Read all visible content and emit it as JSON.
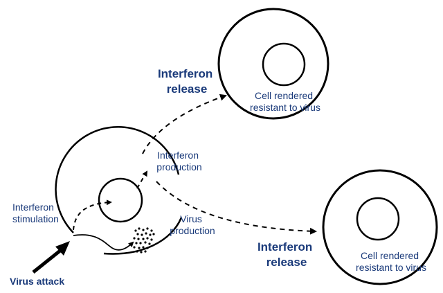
{
  "labels": {
    "interferon_release_top_1": "Interferon",
    "interferon_release_top_2": "release",
    "cell_top_1": "Cell rendered",
    "cell_top_2": "resistant to virus",
    "interferon_production_1": "Interferon",
    "interferon_production_2": "production",
    "interferon_stimulation_1": "Interferon",
    "interferon_stimulation_2": "stimulation",
    "virus_production_1": "Virus",
    "virus_production_2": "production",
    "interferon_release_bottom_1": "Interferon",
    "interferon_release_bottom_2": "release",
    "cell_bottom_1": "Cell rendered",
    "cell_bottom_2": "resistant to virus",
    "virus_attack": "Virus attack"
  },
  "colors": {
    "label": "#1a3a7a",
    "line": "#000000"
  }
}
